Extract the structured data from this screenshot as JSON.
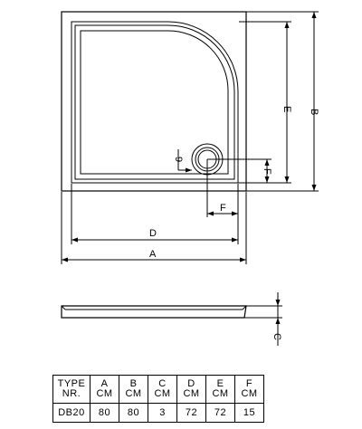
{
  "dimension_labels": {
    "a": "A",
    "b": "B",
    "c": "C",
    "d": "D",
    "e": "E",
    "f_horizontal": "F",
    "f_vertical": "F",
    "nine": "9"
  },
  "table": {
    "header_top": [
      "TYPE",
      "A",
      "B",
      "C",
      "D",
      "E",
      "F"
    ],
    "header_bottom": [
      "NR.",
      "CM",
      "CM",
      "CM",
      "CM",
      "CM",
      "CM"
    ],
    "row": [
      "DB20",
      "80",
      "80",
      "3",
      "72",
      "72",
      "15"
    ]
  }
}
